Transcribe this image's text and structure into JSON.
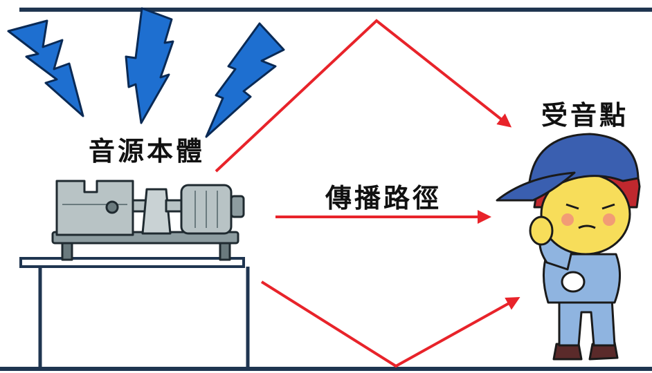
{
  "labels": {
    "source": "音源本體",
    "path": "傳播路徑",
    "receiver": "受音點"
  },
  "colors": {
    "frame_line": "#1f3550",
    "arrow": "#e8232a",
    "lightning": "#1e6fd0",
    "lightning_outline": "#0a2a55",
    "machine_body": "#b8c3c5",
    "machine_dark": "#6a7a7e",
    "helmet": "#3a5fb0",
    "skin": "#f7dd5a",
    "hair": "#c0282e",
    "uniform": "#8fb4e0"
  },
  "icons": [
    "lightning-bolt-icon",
    "machine-icon",
    "worker-icon"
  ]
}
